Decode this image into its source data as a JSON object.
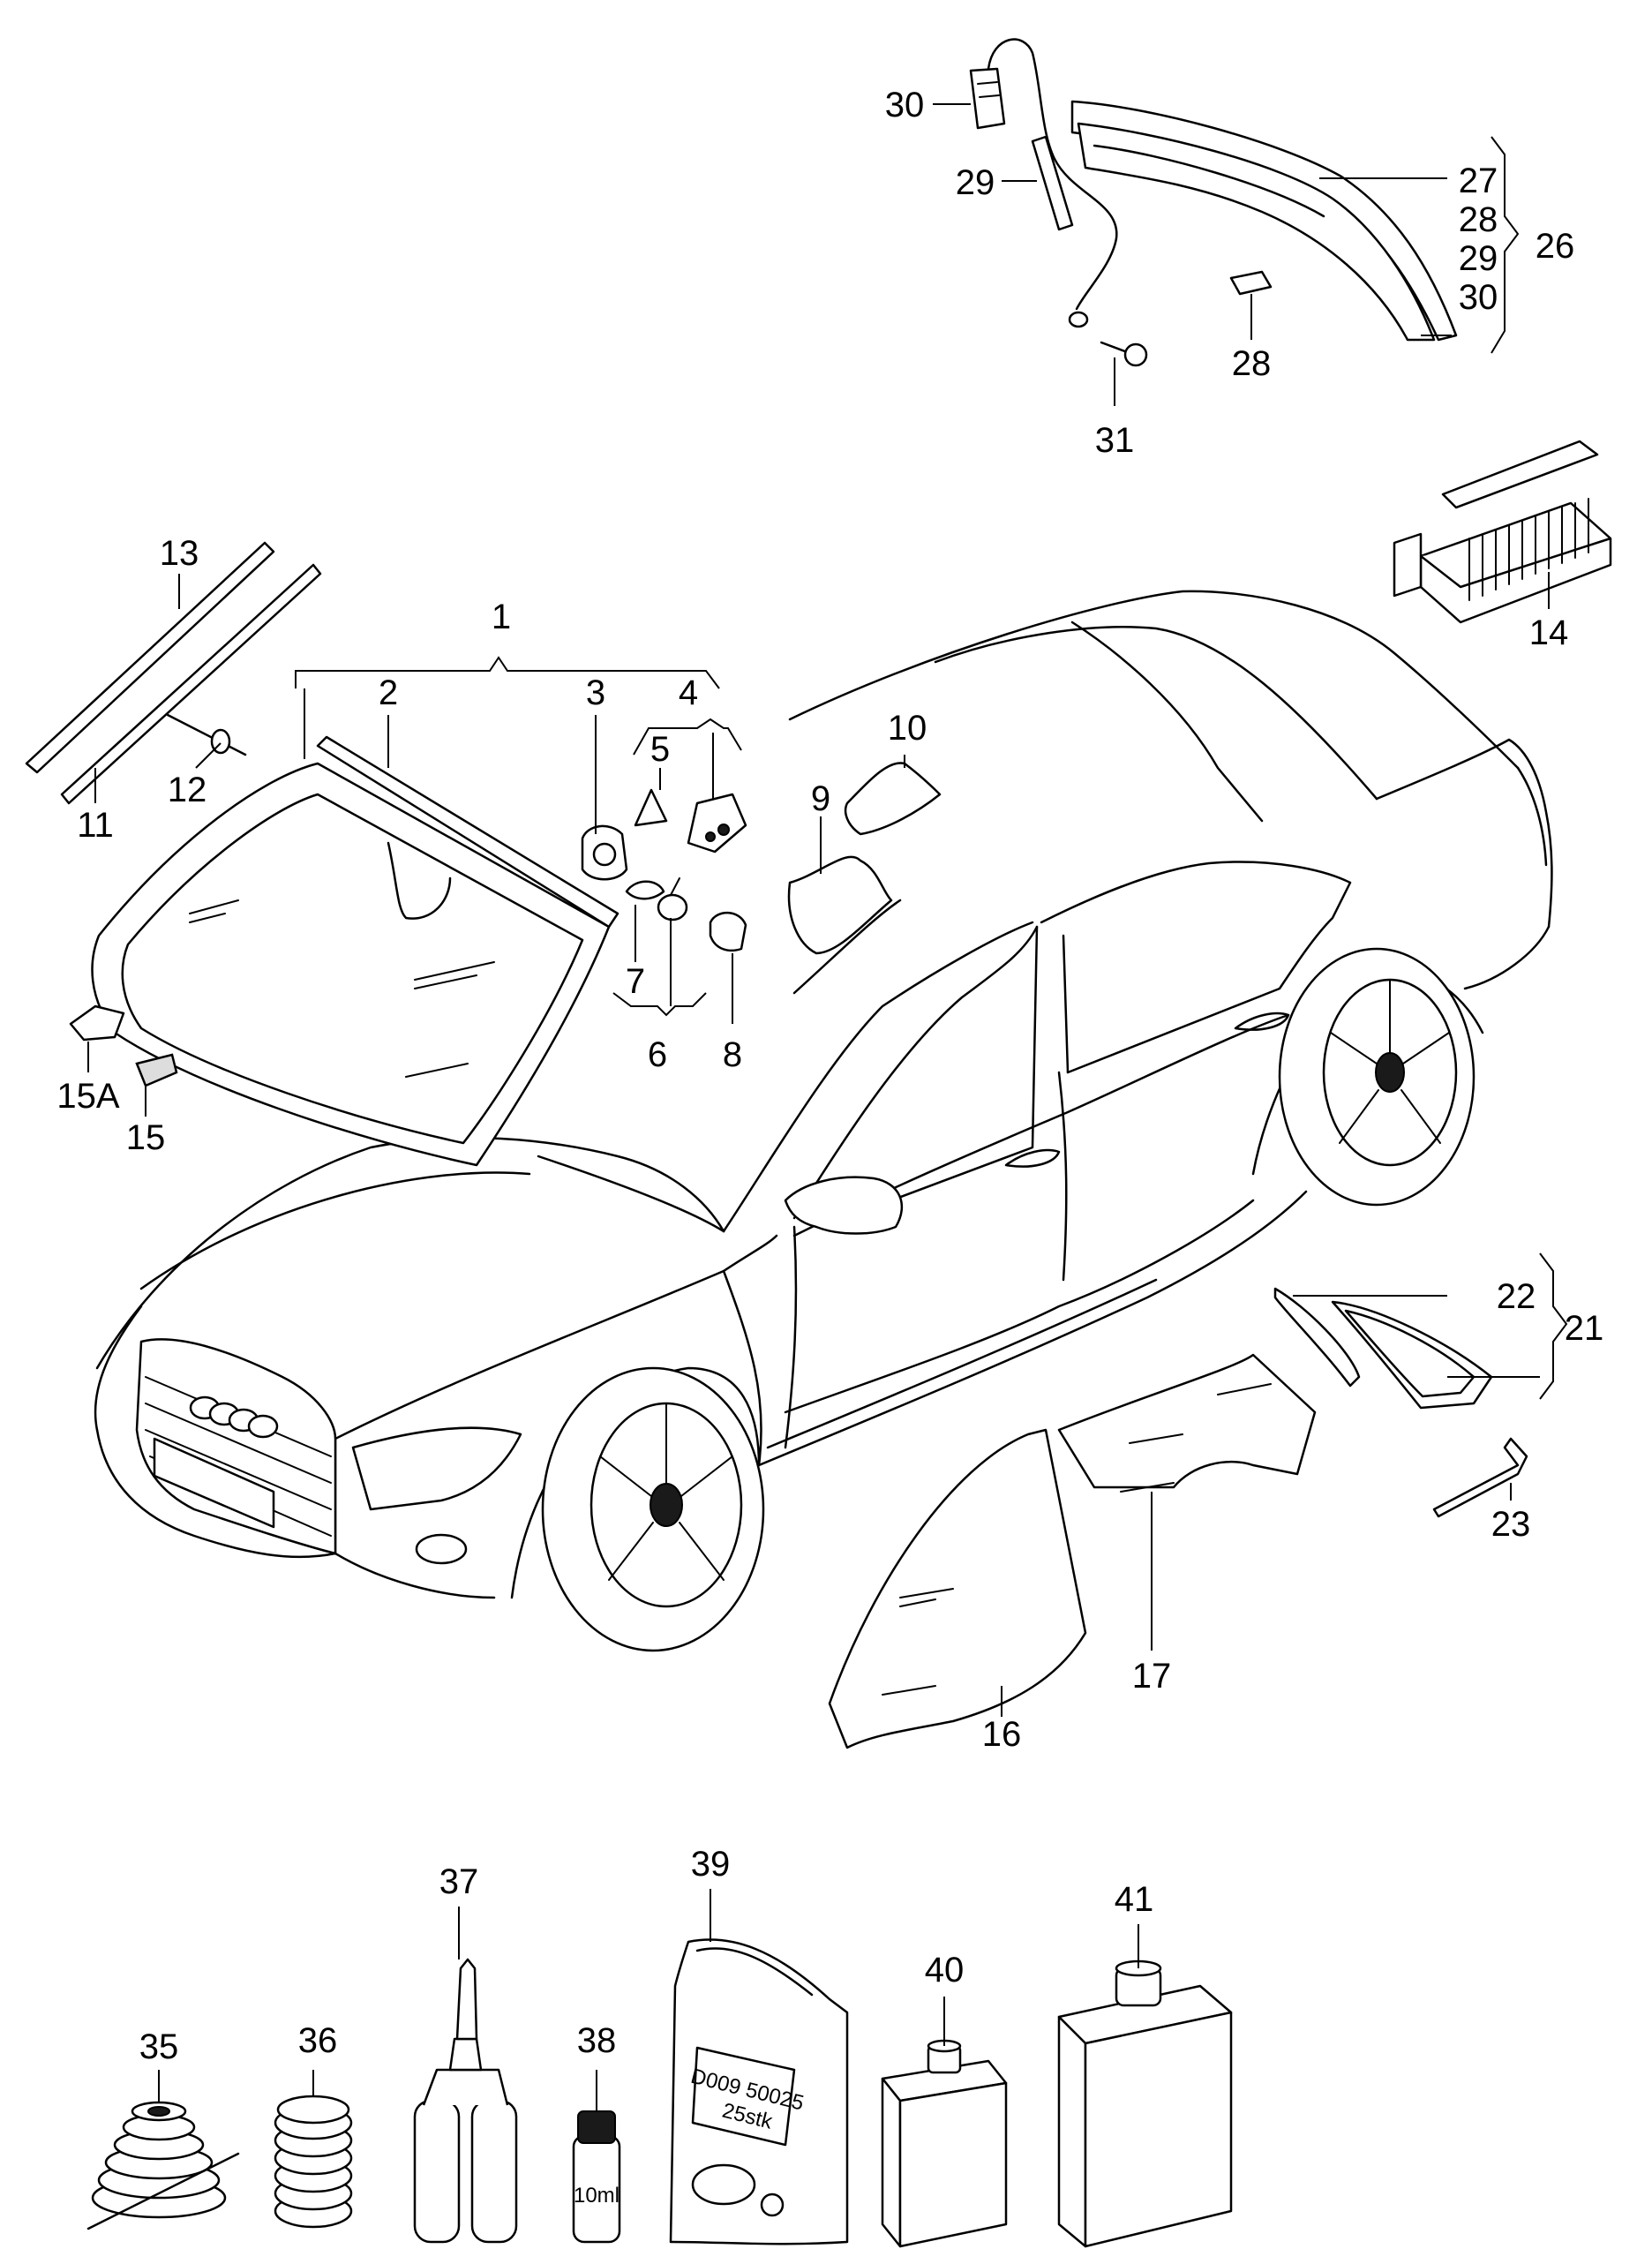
{
  "title": "",
  "labels": {
    "l1": "1",
    "l2": "2",
    "l3": "3",
    "l4": "4",
    "l5": "5",
    "l6": "6",
    "l7": "7",
    "l8": "8",
    "l9": "9",
    "l10": "10",
    "l11": "11",
    "l12": "12",
    "l13": "13",
    "l14": "14",
    "l15": "15",
    "l15a": "15A",
    "l16": "16",
    "l17": "17",
    "l21": "21",
    "l22": "22",
    "l23": "23",
    "l26": "26",
    "l27": "27",
    "l28a": "28",
    "l29a": "29",
    "l30a": "30",
    "l28b": "28",
    "l29b": "29",
    "l30b": "30",
    "l31": "31",
    "l35": "35",
    "l36": "36",
    "l37": "37",
    "l38": "38",
    "l39": "39",
    "l40": "40",
    "l41": "41"
  },
  "product_text": {
    "vial": "10ml",
    "bag_line1": "D009 50025",
    "bag_line2": "25stk"
  }
}
